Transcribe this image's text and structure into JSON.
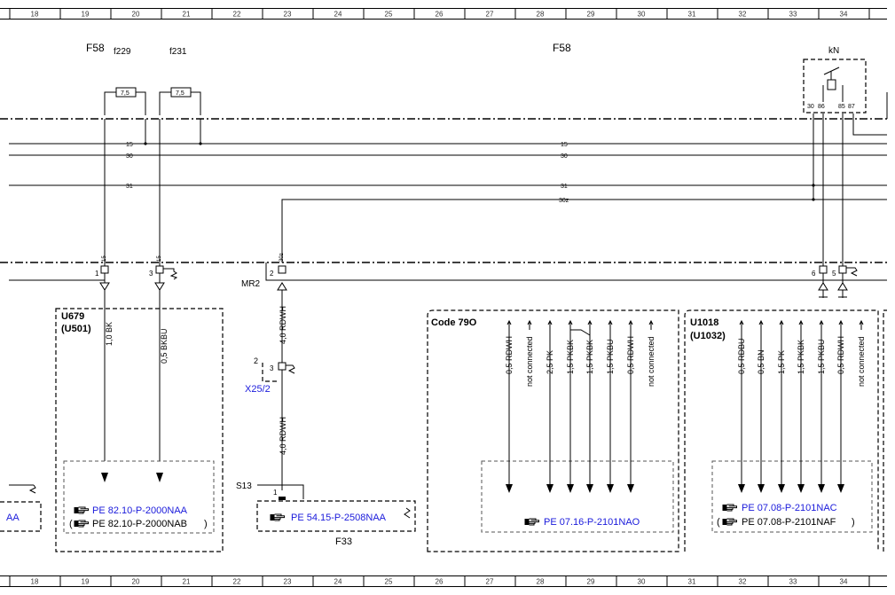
{
  "ruler": {
    "columns": [
      "18",
      "19",
      "20",
      "21",
      "22",
      "23",
      "24",
      "25",
      "26",
      "27",
      "28",
      "29",
      "30",
      "31",
      "32",
      "33",
      "34"
    ]
  },
  "header": {
    "fuse_block_left": "F58",
    "fuse_block_right": "F58",
    "fuse_f229": "f229",
    "fuse_f231": "f231",
    "fuse_f229_rating": "7,5",
    "fuse_f231_rating": "7,5"
  },
  "relay": {
    "label": "kN",
    "pins": [
      "30",
      "86",
      "85",
      "87"
    ]
  },
  "buses": [
    {
      "id": "15",
      "left": "15",
      "right": "15"
    },
    {
      "id": "30",
      "left": "30",
      "right": "30"
    },
    {
      "id": "31",
      "left": "31",
      "right": "31"
    },
    {
      "id": "30z",
      "left": "",
      "right": "30z"
    }
  ],
  "wire_labels": {
    "w1_term": "15",
    "w3_term": "15",
    "mr_term": "30z"
  },
  "connectors": {
    "pin_1": "1",
    "pin_3": "3",
    "pin_2": "2",
    "mr2": "MR2",
    "pin_6": "6",
    "pin_5": "5",
    "x25_pin2": "2",
    "x25_pin3": "3",
    "x25_label": "X25/2",
    "s13": "S13",
    "s13_pin": "1",
    "f33": "F33"
  },
  "wires_mid": {
    "w_mr_upper": "4,0 RDWH",
    "w_mr_lower": "4,0 RDWH"
  },
  "left_partial": {
    "ref": "AA"
  },
  "u679": {
    "title": "U679",
    "subtitle": "(U501)",
    "wire1": "1,0 BK",
    "wire2": "0,5 BKBU",
    "ref1": "PE 82.10-P-2000NAA",
    "ref2": "PE 82.10-P-2000NAB"
  },
  "s13_box": {
    "ref": "PE 54.15-P-2508NAA"
  },
  "code79o": {
    "title": "Code 79O",
    "wires": [
      "0,5 RDWH",
      "not connected",
      "2,5 PK",
      "1,5 PKBK",
      "1,5 PKBK",
      "1,5 PKBU",
      "0,5 RDWH",
      "not connected"
    ],
    "ref": "PE 07.16-P-2101NAO"
  },
  "u1018": {
    "title": "U1018",
    "subtitle": "(U1032)",
    "wires": [
      "0,5 RDBU",
      "0,5 BN",
      "1,5 PK",
      "1,5 PKBK",
      "1,5 PKBU",
      "0,5 RDWH",
      "not connected"
    ],
    "ref1": "PE 07.08-P-2101NAC",
    "ref2": "PE 07.08-P-2101NAF"
  },
  "icons": {
    "pointer": "hand-pointer-icon"
  }
}
